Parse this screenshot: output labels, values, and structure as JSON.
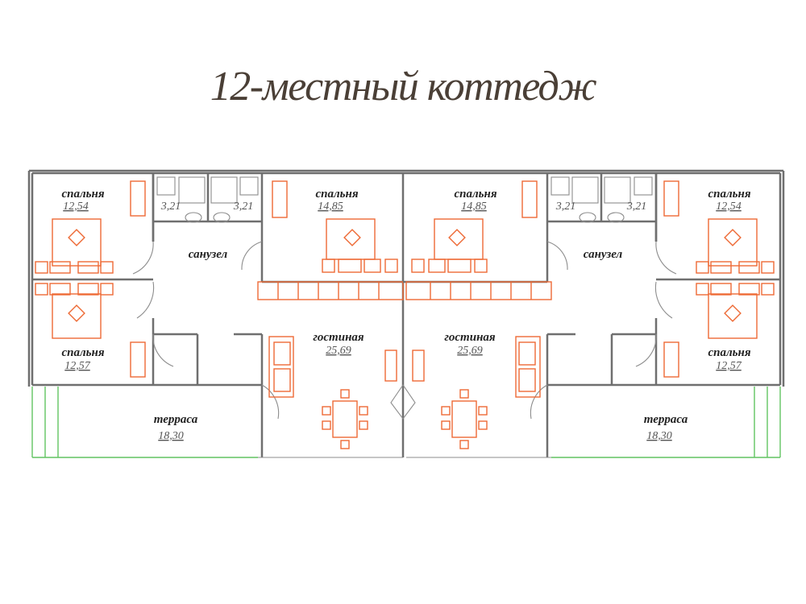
{
  "title": "12-местный коттедж",
  "colors": {
    "title": "#4a3f36",
    "furniture": "#ee6a35",
    "walls": "#6f6f6f",
    "terrace_rail": "#62c462",
    "text": "#222222"
  },
  "rooms": [
    {
      "name": "спальня",
      "area": "12,54"
    },
    {
      "name": "спальня",
      "area": "12,57"
    },
    {
      "name": "спальня",
      "area": "14,85"
    },
    {
      "name": "санузел",
      "area": ""
    },
    {
      "name": "",
      "area": "3,21"
    },
    {
      "name": "",
      "area": "3,21"
    },
    {
      "name": "гостиная",
      "area": "25,69"
    },
    {
      "name": "терраса",
      "area": "18,30"
    },
    {
      "name": "спальня",
      "area": "14,85"
    },
    {
      "name": "санузел",
      "area": ""
    },
    {
      "name": "",
      "area": "3,21"
    },
    {
      "name": "",
      "area": "3,21"
    },
    {
      "name": "гостиная",
      "area": "25,69"
    },
    {
      "name": "спальня",
      "area": "12,54"
    },
    {
      "name": "спальня",
      "area": "12,57"
    },
    {
      "name": "терраса",
      "area": "18,30"
    }
  ]
}
